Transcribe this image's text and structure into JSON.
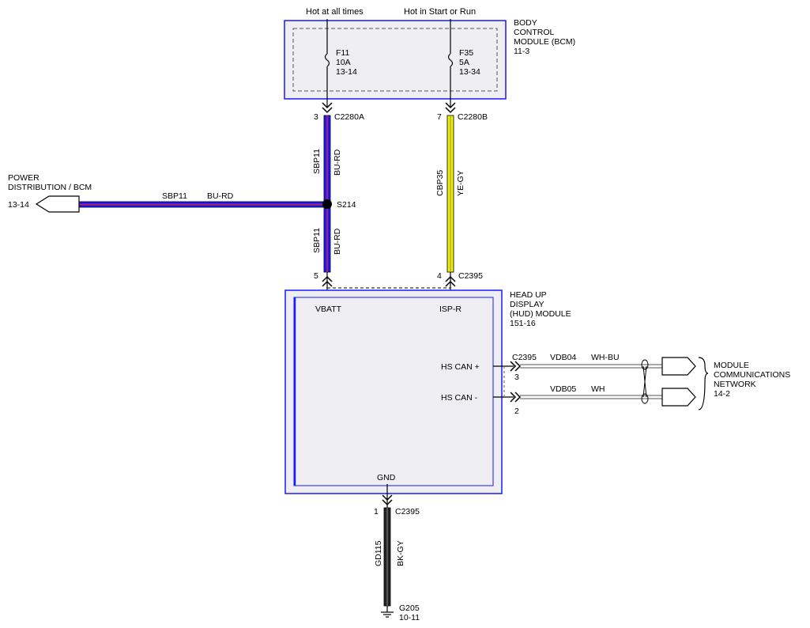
{
  "top_labels": {
    "hot_all": "Hot at all times",
    "hot_start": "Hot in Start or Run"
  },
  "bcm": {
    "title": [
      "BODY",
      "CONTROL",
      "MODULE (BCM)",
      "11-3"
    ],
    "fuse1": [
      "F11",
      "10A",
      "13-14"
    ],
    "fuse2": [
      "F35",
      "5A",
      "13-34"
    ]
  },
  "connectors": {
    "c2280a_pin": "3",
    "c2280a": "C2280A",
    "c2280b_pin": "7",
    "c2280b": "C2280B",
    "hud_vbatt_pin": "5",
    "hud_isp_pin": "4",
    "hud_isp_conn": "C2395",
    "can_conn": "C2395",
    "can_plus_pin": "3",
    "can_minus_pin": "2",
    "gnd_pin": "1",
    "gnd_conn": "C2395"
  },
  "wires": {
    "sbp11": "SBP11",
    "bu_rd": "BU-RD",
    "cbp35": "CBP35",
    "ye_gy": "YE-GY",
    "vdb04": "VDB04",
    "wh_bu": "WH-BU",
    "vdb05": "VDB05",
    "wh": "WH",
    "gd115": "GD115",
    "bk_gy": "BK-GY"
  },
  "splice": "S214",
  "power_dist": [
    "POWER",
    "DISTRIBUTION / BCM",
    "13-14"
  ],
  "hud": {
    "title": [
      "HEAD UP",
      "DISPLAY",
      "(HUD) MODULE",
      "151-16"
    ],
    "vbatt": "VBATT",
    "isp_r": "ISP-R",
    "hs_can_plus": "HS CAN +",
    "hs_can_minus": "HS CAN -",
    "gnd": "GND"
  },
  "network": [
    "MODULE",
    "COMMUNICATIONS",
    "NETWORK",
    "14-2"
  ],
  "ground": [
    "G205",
    "10-11"
  ],
  "colors": {
    "blue": "#1a1aff",
    "red": "#e02020",
    "yellow": "#f0f000",
    "gray_fill": "#eeeef3",
    "wire_dark": "#222222"
  }
}
